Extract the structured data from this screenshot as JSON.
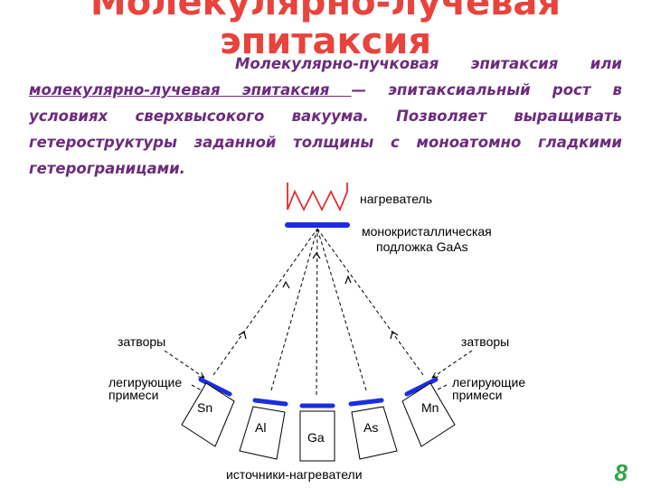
{
  "slide": {
    "title_line1": "Молекулярно-лучевая",
    "title_line2": "эпитаксия",
    "paragraph": {
      "lead": "Молекулярно-пучковая эпитаксия или",
      "term": "молекулярно-лучевая эпитаксия ",
      "rest": " — эпитаксиальный рост в условиях сверхвысокого вакуума. Позволяет выращивать гетероструктуры заданной толщины с моноатомно гладкими гетерограницами."
    },
    "page_number": "8"
  },
  "diagram": {
    "heater_label": "нагреватель",
    "substrate_label_line1": "монокристаллическая",
    "substrate_label_line2": "подложка GaAs",
    "shutters_left": "затворы",
    "shutters_right": "затворы",
    "dopants_left_line1": "легирующие",
    "dopants_left_line2": "примеси",
    "dopants_right_line1": "легирующие",
    "dopants_right_line2": "примеси",
    "sources_label": "источники-нагреватели",
    "cells": [
      "Sn",
      "Al",
      "Ga",
      "As",
      "Mn"
    ],
    "colors": {
      "heater": "#e03030",
      "shutter": "#1a2ee0",
      "title": "#e8433c",
      "text": "#6b2c7e",
      "page_number": "#2ea64a"
    }
  }
}
